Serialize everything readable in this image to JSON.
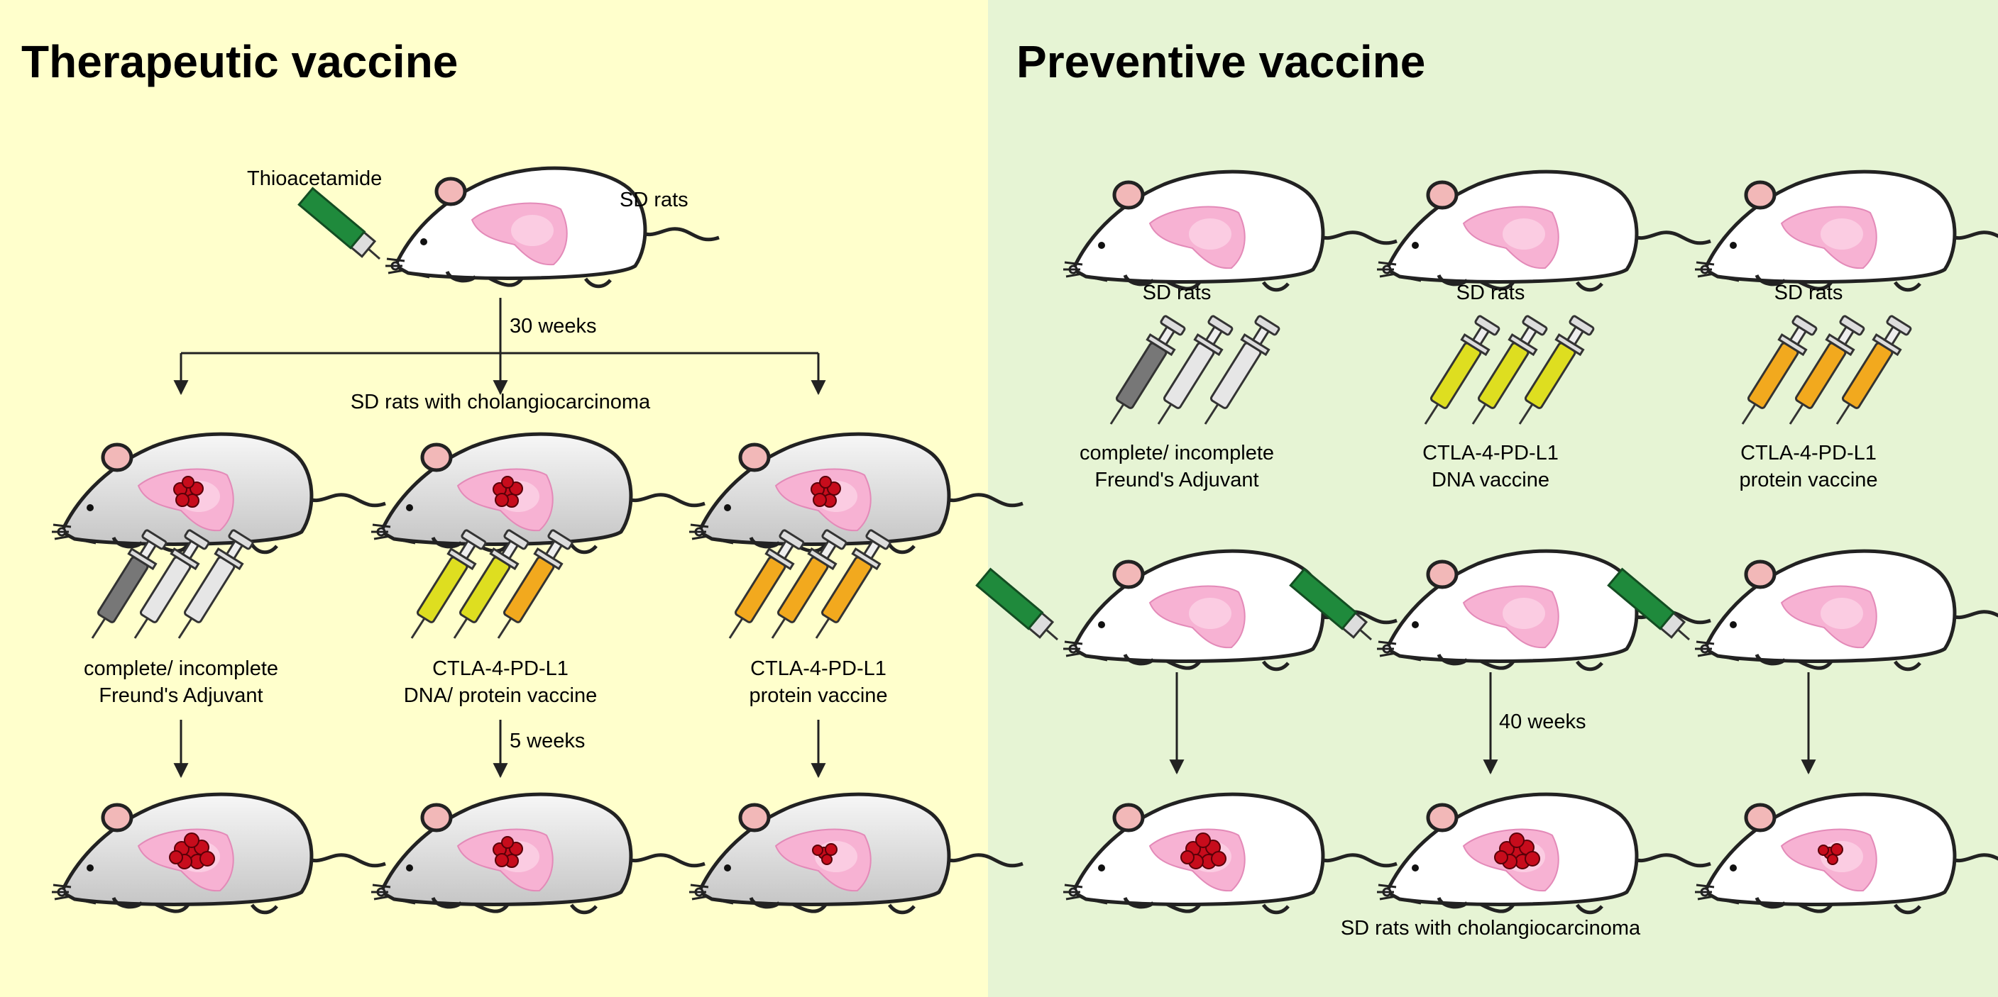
{
  "colors": {
    "therapeutic_bg": "#ffffcc",
    "preventive_bg": "#e6f4d4",
    "syringe_green": "#1f8a3c",
    "syringe_dark_gray": "#777777",
    "syringe_light_gray": "#e6e6e6",
    "syringe_yellow": "#dede20",
    "syringe_orange": "#f2a91e",
    "liver_pink": "#f5a9d0",
    "tumor_red": "#cc0a1e"
  },
  "therapeutic": {
    "title": "Therapeutic vaccine",
    "inducer": "Thioacetamide",
    "rats": "SD rats",
    "interval_1": "30 weeks",
    "disease": "SD rats with cholangiocarcinoma",
    "groups": [
      {
        "line1": "complete/ incomplete",
        "line2": "Freund's Adjuvant"
      },
      {
        "line1": "CTLA-4-PD-L1",
        "line2": "DNA/ protein vaccine"
      },
      {
        "line1": "CTLA-4-PD-L1",
        "line2": "protein vaccine"
      }
    ],
    "interval_2": "5 weeks"
  },
  "preventive": {
    "title": "Preventive vaccine",
    "rats": [
      "SD rats",
      "SD rats",
      "SD rats"
    ],
    "groups": [
      {
        "line1": "complete/ incomplete",
        "line2": "Freund's Adjuvant"
      },
      {
        "line1": "CTLA-4-PD-L1",
        "line2": "DNA vaccine"
      },
      {
        "line1": "CTLA-4-PD-L1",
        "line2": "protein vaccine"
      }
    ],
    "interval": "40 weeks",
    "outcome": "SD rats with cholangiocarcinoma"
  }
}
